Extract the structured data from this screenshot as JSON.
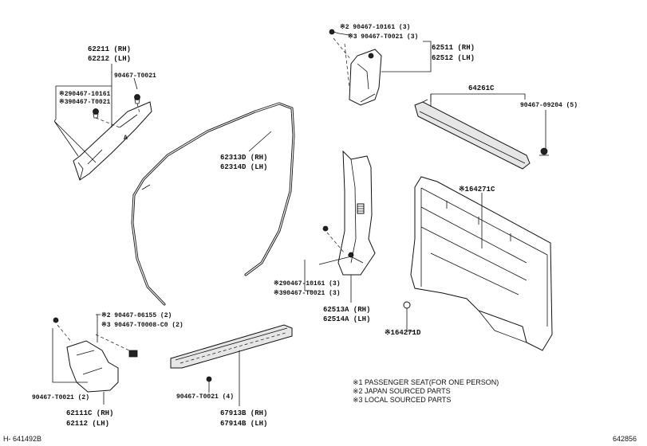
{
  "diagram": {
    "title_code": "642856",
    "ref_code": "H- 641492B",
    "parts": {
      "p62211": "62211 (RH)",
      "p62212": "62212 (LH)",
      "p90467_t0021_a": "90467-T0021",
      "p_a_note2": "※290467-10161",
      "p_a_note3": "※390467-T0021",
      "p62313d": "62313D (RH)",
      "p62314d": "62314D (LH)",
      "p_b_note2": "※2 90467-10161 (3)",
      "p_b_note3": "※3 90467-T0021 (3)",
      "p62511": "62511 (RH)",
      "p62512": "62512 (LH)",
      "p64261c": "64261C",
      "p90467_09204": "90467-09204 (5)",
      "p164271c": "※164271C",
      "p_c_note2": "※290467-10161 (3)",
      "p_c_note3": "※390467-T0021 (3)",
      "p62513a": "62513A (RH)",
      "p62514a": "62514A (LH)",
      "p164271d": "※164271D",
      "p_d_note2": "※2 90467-06155 (2)",
      "p_d_note3": "※3 90467-T0008-C0 (2)",
      "p90467_t0021_2": "90467-T0021 (2)",
      "p62111c": "62111C (RH)",
      "p62112": "62112 (LH)",
      "p90467_t0021_4": "90467-T0021 (4)",
      "p67913b": "67913B (RH)",
      "p67914b": "67914B (LH)"
    },
    "notes": [
      "※1 PASSENGER SEAT(FOR ONE PERSON)",
      "※2 JAPAN SOURCED PARTS",
      "※3 LOCAL SOURCED PARTS"
    ]
  }
}
